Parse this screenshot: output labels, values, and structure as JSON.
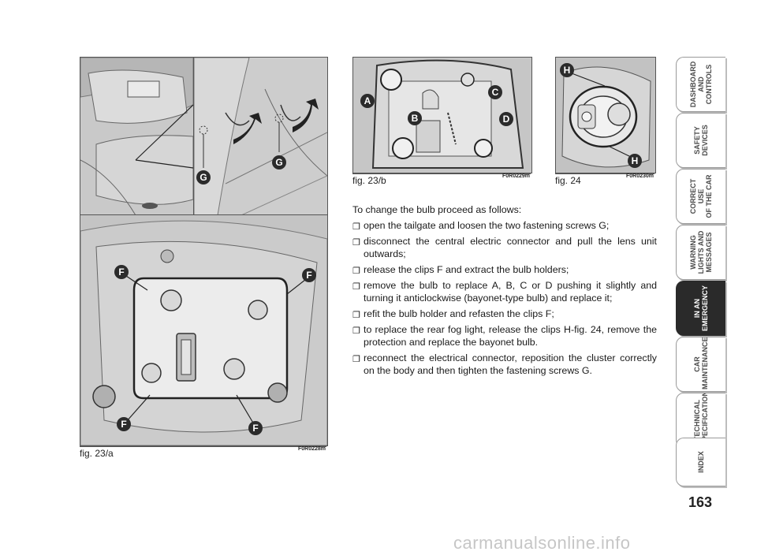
{
  "figures": {
    "fig23a": {
      "caption": "fig. 23/a",
      "code": "F0R0228m",
      "callouts": [
        "F",
        "F",
        "F",
        "F",
        "G",
        "G"
      ]
    },
    "fig23b": {
      "caption": "fig. 23/b",
      "code": "F0R0229m",
      "callouts": [
        "A",
        "B",
        "C",
        "D"
      ]
    },
    "fig24": {
      "caption": "fig. 24",
      "code": "F0R0230m",
      "callouts": [
        "H",
        "H"
      ]
    }
  },
  "body": {
    "intro": "To change the bulb proceed as follows:",
    "checkbox_glyph": "❐",
    "steps": [
      "open the tailgate and loosen the two fastening screws G;",
      "disconnect the central electric connector and pull the lens unit outwards;",
      "release the clips F and extract the bulb holders;",
      "remove the bulb to replace A, B, C or D pushing it slightly and turning it anticlockwise (bayonet-type bulb) and replace it;",
      "refit the bulb holder and refasten the clips F;",
      "to replace the rear fog light, release the clips H-fig. 24, remove the protection and replace the bayonet bulb.",
      "reconnect the electrical connector, reposition the cluster correctly on the body and then tighten the fastening screws G."
    ]
  },
  "tabs": [
    {
      "label": "DASHBOARD\nAND CONTROLS",
      "active": false
    },
    {
      "label": "SAFETY\nDEVICES",
      "active": false
    },
    {
      "label": "CORRECT USE\nOF THE CAR",
      "active": false
    },
    {
      "label": "WARNING\nLIGHTS AND\nMESSAGES",
      "active": false
    },
    {
      "label": "IN AN\nEMERGENCY",
      "active": true
    },
    {
      "label": "CAR\nMAINTENANCE",
      "active": false
    },
    {
      "label": "TECHNICAL\nSPECIFICATIONS",
      "active": false
    },
    {
      "label": "INDEX",
      "active": false
    }
  ],
  "page_number": "163",
  "watermark": "carmanualsonline.info"
}
